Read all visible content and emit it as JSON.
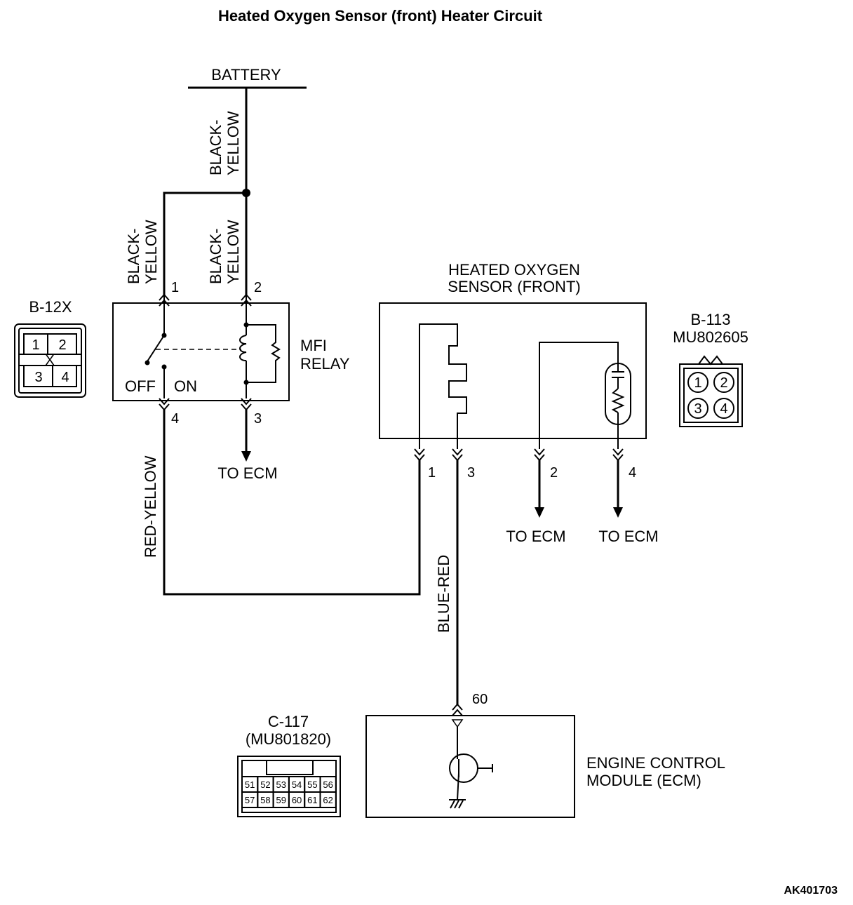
{
  "title": "Heated Oxygen Sensor (front)  Heater Circuit",
  "battery_label": "BATTERY",
  "wires": {
    "black_yellow": "BLACK-\nYELLOW",
    "red_yellow": "RED-YELLOW",
    "blue_red": "BLUE-RED"
  },
  "relay": {
    "name": "MFI\nRELAY",
    "connector": "B-12X",
    "off": "OFF",
    "on": "ON",
    "pins": [
      "1",
      "2",
      "3",
      "4"
    ],
    "connector_cells": [
      "1",
      "2",
      "3",
      "4"
    ],
    "connector_mark": "X"
  },
  "sensor": {
    "name": "HEATED OXYGEN\nSENSOR (FRONT)",
    "connector": "B-113\nMU802605",
    "pins": [
      "1",
      "3",
      "2",
      "4"
    ],
    "connector_cells": [
      "1",
      "2",
      "3",
      "4"
    ]
  },
  "to_ecm": "TO ECM",
  "ecm": {
    "name": "ENGINE CONTROL\nMODULE (ECM)",
    "pin": "60",
    "connector": "C-117\n(MU801820)",
    "connector_cells": [
      "51",
      "52",
      "53",
      "54",
      "55",
      "56",
      "57",
      "58",
      "59",
      "60",
      "61",
      "62"
    ]
  },
  "figure_code": "AK401703"
}
